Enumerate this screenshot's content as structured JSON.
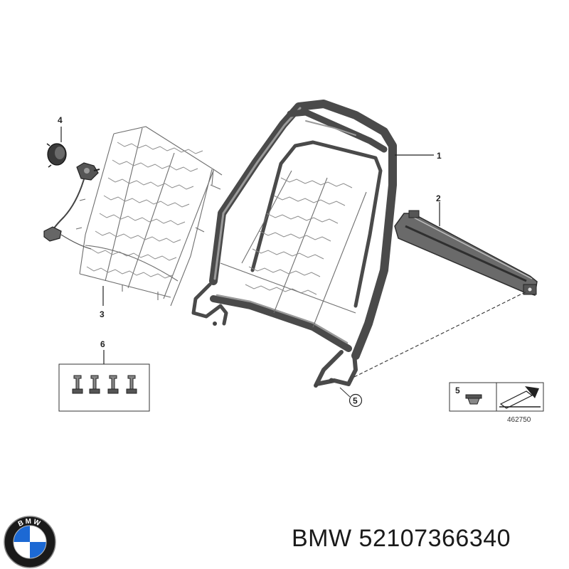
{
  "callouts": [
    {
      "id": "1",
      "text": "1"
    },
    {
      "id": "2",
      "text": "2"
    },
    {
      "id": "3",
      "text": "3"
    },
    {
      "id": "4",
      "text": "4"
    },
    {
      "id": "5",
      "text": "5"
    },
    {
      "id": "6",
      "text": "6"
    }
  ],
  "legend": {
    "part_number": "5",
    "code": "462750"
  },
  "caption": {
    "brand": "BMW",
    "part": "52107366340"
  },
  "logo": {
    "lettering": "BMW"
  },
  "colors": {
    "frame": "#4a4a4a",
    "rail": "#3d3d3d",
    "logo_blue": "#1c69d4",
    "logo_ring": "#1a1a1a"
  }
}
